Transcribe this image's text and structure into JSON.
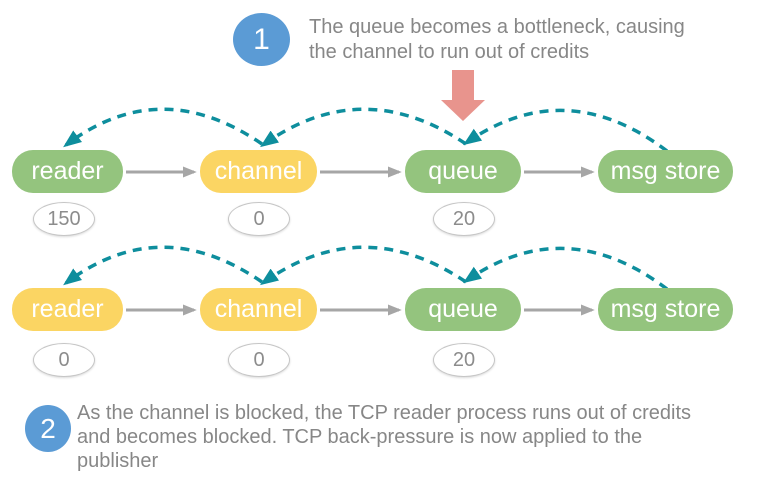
{
  "callouts": [
    {
      "number": "1",
      "lines": [
        "The queue becomes a bottleneck, causing",
        "the channel to run out of credits"
      ]
    },
    {
      "number": "2",
      "lines": [
        "As the channel is blocked, the TCP reader process runs out of credits",
        "and becomes blocked. TCP back-pressure is now applied to the",
        "publisher"
      ]
    }
  ],
  "rows": [
    {
      "name": "before-reader-blocked",
      "nodes": [
        {
          "label": "reader",
          "state": "green",
          "credit": "150"
        },
        {
          "label": "channel",
          "state": "yellow",
          "credit": "0"
        },
        {
          "label": "queue",
          "state": "green",
          "credit": "20"
        },
        {
          "label": "msg store",
          "state": "green"
        }
      ]
    },
    {
      "name": "after-reader-blocked",
      "nodes": [
        {
          "label": "reader",
          "state": "yellow",
          "credit": "0"
        },
        {
          "label": "channel",
          "state": "yellow",
          "credit": "0"
        },
        {
          "label": "queue",
          "state": "green",
          "credit": "20"
        },
        {
          "label": "msg store",
          "state": "green"
        }
      ]
    }
  ],
  "icons": {
    "credit_arc": "dashed-teal-back-arrow",
    "flow_arrow": "gray-right-arrow",
    "bottleneck_arrow": "red-down-arrow"
  },
  "colors": {
    "node_green": "#94C47E",
    "node_yellow": "#FBD563",
    "credit_arc_teal": "#0E8E9D",
    "callout_blue": "#5B9BD5",
    "bottleneck_red": "#E8948D",
    "connector_gray": "#A6A6A6",
    "text_gray": "#878787"
  }
}
